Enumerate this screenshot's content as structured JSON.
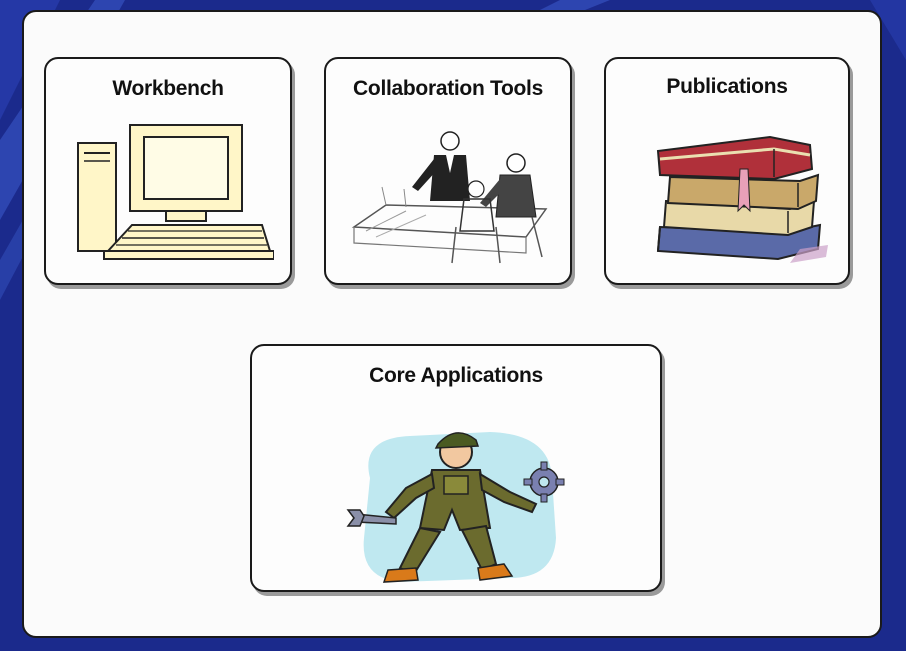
{
  "slide": {
    "colors": {
      "background": "#1b2a8c",
      "background_stripe": "#3a58c8",
      "panel": "#fbfbfb",
      "border": "#1a1a1a"
    },
    "cards": [
      {
        "id": "workbench",
        "title": "Workbench",
        "icon": "computer-icon"
      },
      {
        "id": "collaboration",
        "title": "Collaboration Tools",
        "icon": "business-meeting-icon"
      },
      {
        "id": "publications",
        "title": "Publications",
        "icon": "book-stack-icon"
      },
      {
        "id": "core",
        "title": "Core Applications",
        "icon": "mechanic-with-wrench-and-gear-icon"
      }
    ]
  }
}
